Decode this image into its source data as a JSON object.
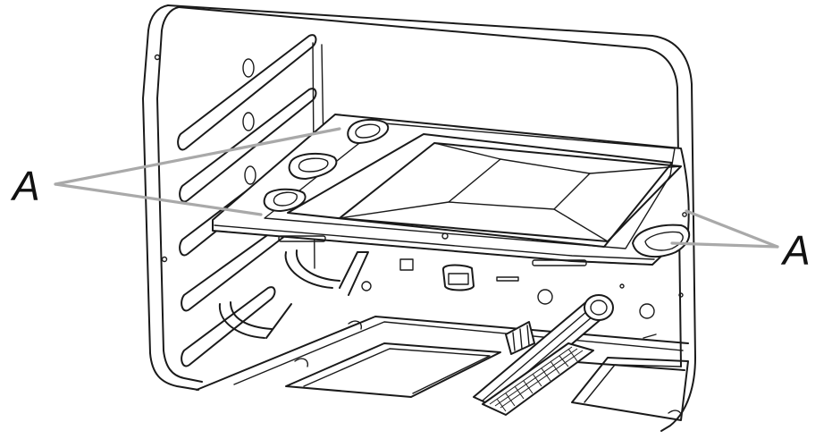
{
  "diagram": {
    "callouts": [
      {
        "id": "left",
        "label": "A"
      },
      {
        "id": "right",
        "label": "A"
      }
    ]
  }
}
